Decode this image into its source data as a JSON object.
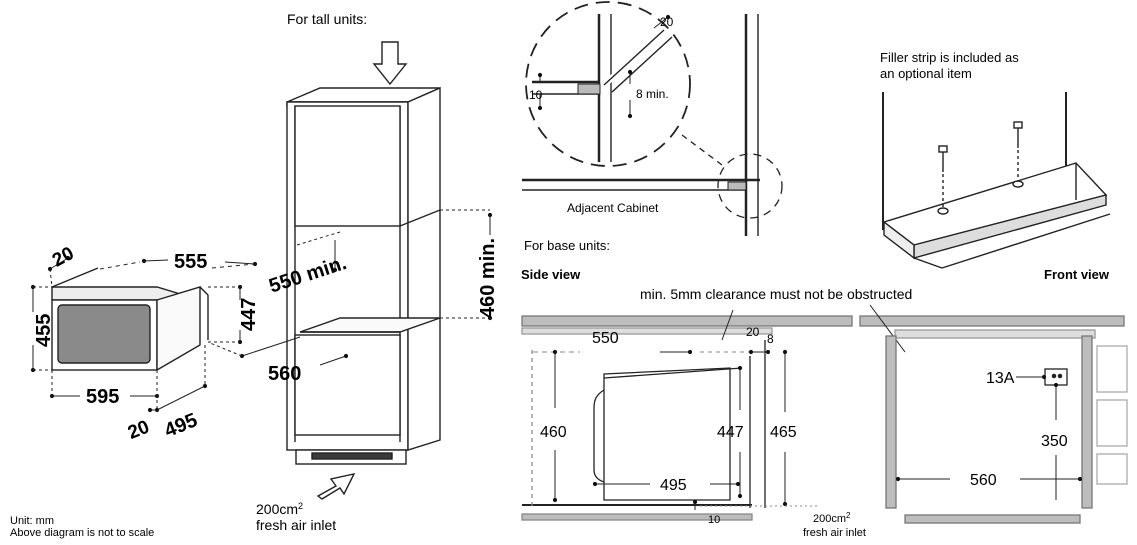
{
  "colors": {
    "ink": "#222222",
    "mid": "#777777",
    "light": "#bdbdbd",
    "fill_grey": "#8a8a8a",
    "dark_fill": "#3a3a3a"
  },
  "tall_unit": {
    "heading": "For tall units:",
    "dim_20": "20",
    "dim_555": "555",
    "dim_455": "455",
    "dim_447": "447",
    "dim_595": "595",
    "dim_20_bottom": "20",
    "dim_495": "495",
    "dim_550_min": "550 min.",
    "dim_560": "560",
    "dim_460_min": "460 min.",
    "air_inlet_area": "200cm",
    "air_inlet_sup": "2",
    "air_inlet_label": "fresh air inlet",
    "unit_note": "Unit: mm",
    "scale_note": "Above diagram is not to scale"
  },
  "detail": {
    "dim_20": "20",
    "dim_10": "10",
    "dim_8_min": "8 min.",
    "adjacent_cabinet": "Adjacent Cabinet"
  },
  "filler": {
    "note_line1": "Filler strip is included as",
    "note_line2": "an optional item"
  },
  "base_unit": {
    "heading": "For base units:",
    "side_view": "Side view",
    "front_view": "Front view",
    "clearance_note": "min. 5mm clearance must not be obstructed",
    "dim_550": "550",
    "dim_20": "20",
    "dim_8": "8",
    "dim_460": "460",
    "dim_447": "447",
    "dim_465": "465",
    "dim_495": "495",
    "dim_10": "10",
    "air_inlet_area": "200cm",
    "air_inlet_sup": "2",
    "air_inlet_label": "fresh air inlet",
    "socket_label": "13A",
    "dim_350": "350",
    "dim_560": "560"
  }
}
